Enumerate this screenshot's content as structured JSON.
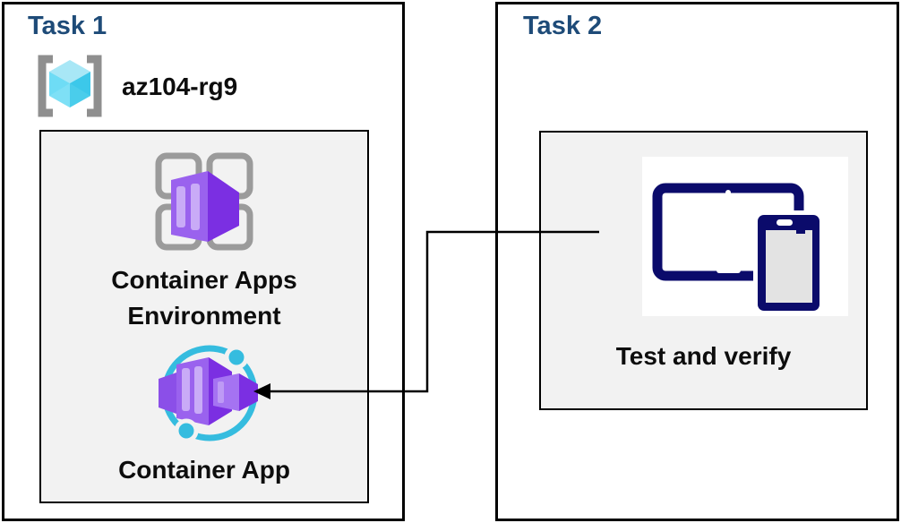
{
  "diagram": {
    "task1": {
      "title": "Task 1",
      "resource_group": {
        "name": "az104-rg9"
      },
      "environment_node": {
        "label_line1": "Container Apps",
        "label_line2": "Environment"
      },
      "app_node": {
        "label": "Container App"
      }
    },
    "task2": {
      "title": "Task 2",
      "test_node": {
        "label": "Test and verify"
      }
    },
    "connector": {
      "from": "test-and-verify",
      "to": "container-app",
      "arrow_direction": "left"
    },
    "colors": {
      "title_navy": "#1E4B78",
      "panel_border": "#000000",
      "inner_box_fill": "#F2F2F2",
      "container_purple": "#9A62EE",
      "container_purple_dark": "#7B2FE2",
      "container_purple_stripe": "#C9ABF7",
      "orbit_cyan": "#35BCDF",
      "cube_cyan_top": "#A8E7F6",
      "cube_cyan_left": "#6EDCF5",
      "cube_cyan_right": "#3CC8EA",
      "bracket_gray": "#8F8F8F",
      "grid_gray": "#9B9B9B",
      "device_navy": "#0B0B6B",
      "device_screen": "#E3E3E3"
    }
  }
}
